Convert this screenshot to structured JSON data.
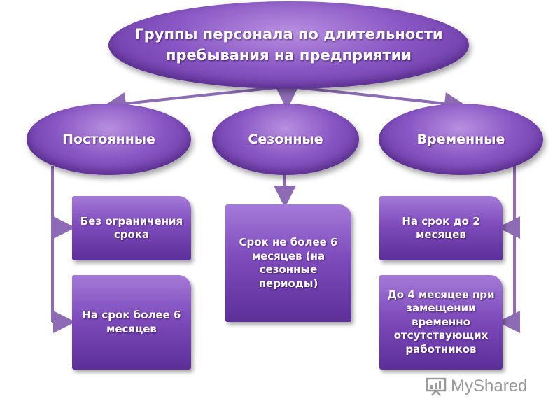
{
  "title": "Группы персонала по длительности пребывания на предприятии",
  "categories": {
    "permanent": "Постоянные",
    "seasonal": "Сезонные",
    "temporary": "Временные"
  },
  "boxes": {
    "no_limit": "Без ограничения срока",
    "over_6_months": "На срок более 6 месяцев",
    "seasonal_term": "Срок не более 6 месяцев (на сезонные периоды)",
    "up_to_2_months": "На срок до 2 месяцев",
    "up_to_4_months": "До 4 месяцев при замещении временно отсутствующих работников"
  },
  "watermark": "MyShared",
  "colors": {
    "fill": "#8a58c4",
    "arrow": "#8d6bb5"
  }
}
